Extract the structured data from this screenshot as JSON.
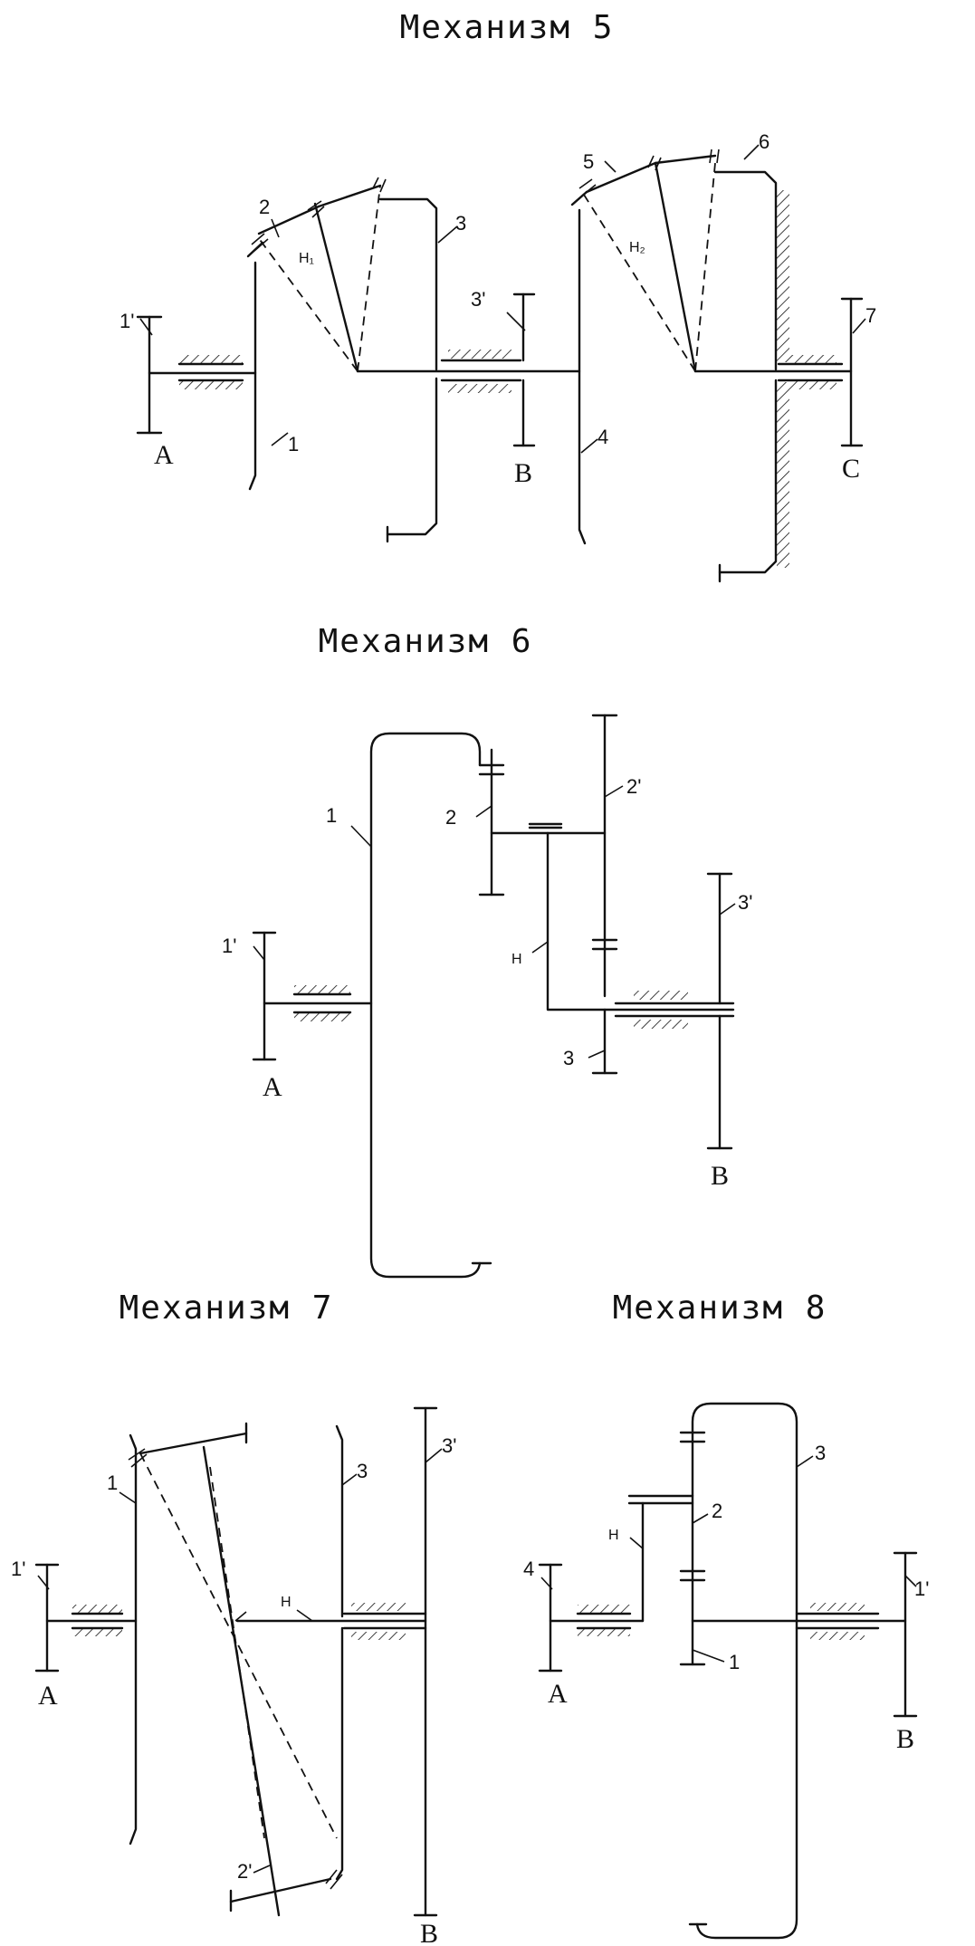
{
  "mechanisms": [
    {
      "title": "Механизм 5",
      "labels": {
        "g1p": "1'",
        "g1": "1",
        "g2": "2",
        "g3": "3",
        "g3p": "3'",
        "g4": "4",
        "g5": "5",
        "g6": "6",
        "g7": "7",
        "h1": "H₁",
        "h2": "H₂",
        "a": "A",
        "b": "B",
        "c": "C"
      }
    },
    {
      "title": "Механизм 6",
      "labels": {
        "g1": "1",
        "g1p": "1'",
        "g2": "2",
        "g2p": "2'",
        "h": "H",
        "g3": "3",
        "g3p": "3'",
        "a": "A",
        "b": "B"
      }
    },
    {
      "title": "Механизм 7",
      "labels": {
        "g1": "1",
        "g1p": "1'",
        "g3": "3",
        "g3p": "3'",
        "h": "H",
        "g2p": "2'",
        "a": "A",
        "b": "B"
      }
    },
    {
      "title": "Механизм 8",
      "labels": {
        "g3": "3",
        "g2": "2",
        "h": "H",
        "g4": "4",
        "g1": "1",
        "g1p": "1'",
        "a": "A",
        "b": "B"
      }
    }
  ]
}
